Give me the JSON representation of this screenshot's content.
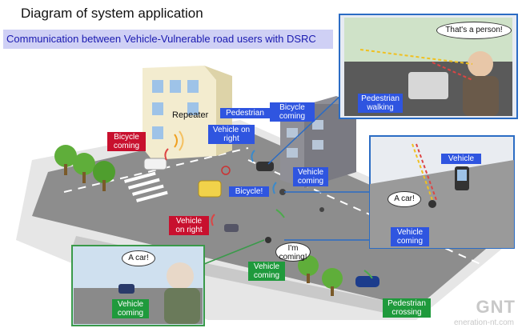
{
  "title": "Diagram of system application",
  "subtitle": "Communication between Vehicle-Vulnerable road users with DSRC",
  "labels": {
    "repeater": "Repeater",
    "pedestrian": "Pedestrian",
    "bicycle_coming_top": "Bicycle\ncoming",
    "vehicle_on_right_top": "Vehicle on\nright",
    "bicycle_coming_left": "Bicycle\ncoming",
    "bicycle_alert": "Bicycle!",
    "vehicle_coming_mid": "Vehicle\ncoming",
    "vehicle_on_right_bottom": "Vehicle\non right",
    "vehicle_coming_bottom": "Vehicle\ncoming",
    "pedestrian_crossing": "Pedestrian\ncrossing",
    "pedestrian_walking": "Pedestrian\nwalking",
    "vehicle_device": "Vehicle",
    "vehicle_coming_right": "Vehicle\ncoming",
    "vehicle_coming_inset": "Vehicle\ncoming"
  },
  "bubbles": {
    "thats_a_person": "That's a person!",
    "a_car_right": "A car!",
    "a_car_left": "A car!",
    "im_coming": "I'm\ncoming!"
  },
  "watermark": {
    "logo": "GNT",
    "site": "eneration-nt.com"
  },
  "colors": {
    "blue_label": "#2f55e0",
    "red_label": "#c8102e",
    "green_label": "#1f9a3c",
    "inset_border": "#2b6cc4",
    "inset_border_green": "#3a9a4a"
  }
}
